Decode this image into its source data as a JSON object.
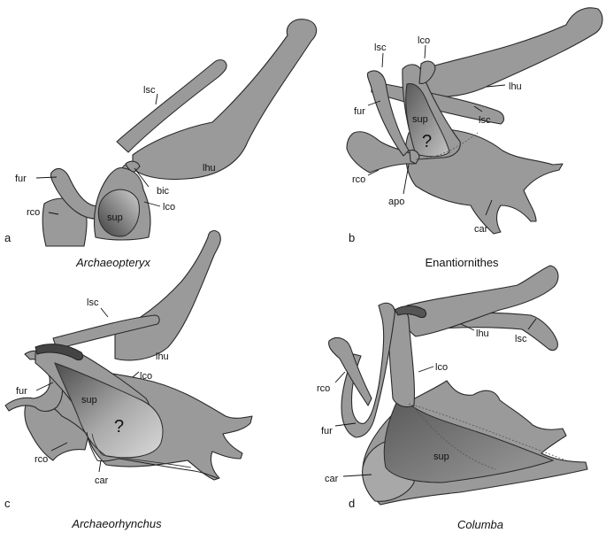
{
  "panels": [
    {
      "letter": "a",
      "taxon": "Archaeopteryx",
      "taxon_italic": true,
      "labels": {
        "lsc": "lsc",
        "lhu": "lhu",
        "fur": "fur",
        "bic": "bic",
        "rco": "rco",
        "lco": "lco",
        "sup": "sup"
      }
    },
    {
      "letter": "b",
      "taxon": "Enantiornithes",
      "taxon_italic": false,
      "labels": {
        "lsc_left": "lsc",
        "lco": "lco",
        "lhu": "lhu",
        "fur": "fur",
        "sup": "sup",
        "lsc_right": "lsc",
        "question": "?",
        "rco": "rco",
        "apo": "apo",
        "car": "car"
      }
    },
    {
      "letter": "c",
      "taxon": "Archaeorhynchus",
      "taxon_italic": true,
      "labels": {
        "lsc": "lsc",
        "lhu": "lhu",
        "lco": "lco",
        "fur": "fur",
        "sup": "sup",
        "question": "?",
        "rco": "rco",
        "car": "car"
      }
    },
    {
      "letter": "d",
      "taxon": "Columba",
      "taxon_italic": true,
      "labels": {
        "lhu": "lhu",
        "lsc": "lsc",
        "lco": "lco",
        "rco": "rco",
        "fur": "fur",
        "sup": "sup",
        "car": "car"
      }
    }
  ],
  "colors": {
    "bone": "#9a9a9a",
    "outline": "#2a2a2a",
    "sup_dark": "#4a4a4a",
    "sup_light": "#c9c9c9",
    "background": "#ffffff"
  }
}
